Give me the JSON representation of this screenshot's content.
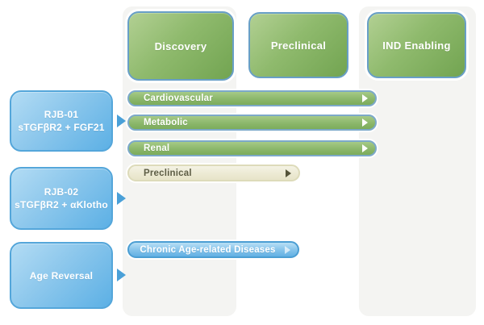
{
  "stages": [
    {
      "label": "Discovery"
    },
    {
      "label": "Preclinical"
    },
    {
      "label": "IND Enabling"
    }
  ],
  "programs": [
    {
      "name": "RJB-01",
      "molecule": "sTGFβR2 + FGF21"
    },
    {
      "name": "RJB-02",
      "molecule": "sTGFβR2 + αKlotho"
    },
    {
      "name": "Age Reversal",
      "molecule": ""
    }
  ],
  "bars": [
    {
      "label": "Cardiovascular",
      "style": "green"
    },
    {
      "label": "Metabolic",
      "style": "green"
    },
    {
      "label": "Renal",
      "style": "green"
    },
    {
      "label": "Preclinical",
      "style": "cream"
    },
    {
      "label": "Chronic Age-related Diseases",
      "style": "blue"
    }
  ],
  "icons": {
    "arrow_right": "▶"
  },
  "colors": {
    "stage_green_light": "#b2d093",
    "stage_green_dark": "#72a451",
    "stage_border_blue": "#689fc7",
    "bar_green_light": "#a5ca86",
    "bar_green_dark": "#7cac5b",
    "bar_green_border": "#7ca9c9",
    "program_blue_light": "#b3dcf4",
    "program_blue_dark": "#5cb0e5",
    "program_border_blue": "#54a6da",
    "flow_arrow_blue": "#4aa0d8",
    "cream_bar_light": "#f4f3e5",
    "cream_bar_dark": "#e7e4c9",
    "cream_bar_text": "#5d5d45",
    "chronic_bar_light": "#b8dff5",
    "chronic_bar_dark": "#62b1e4",
    "column_panel_gray": "#f4f4f2",
    "text_white": "#ffffff"
  }
}
